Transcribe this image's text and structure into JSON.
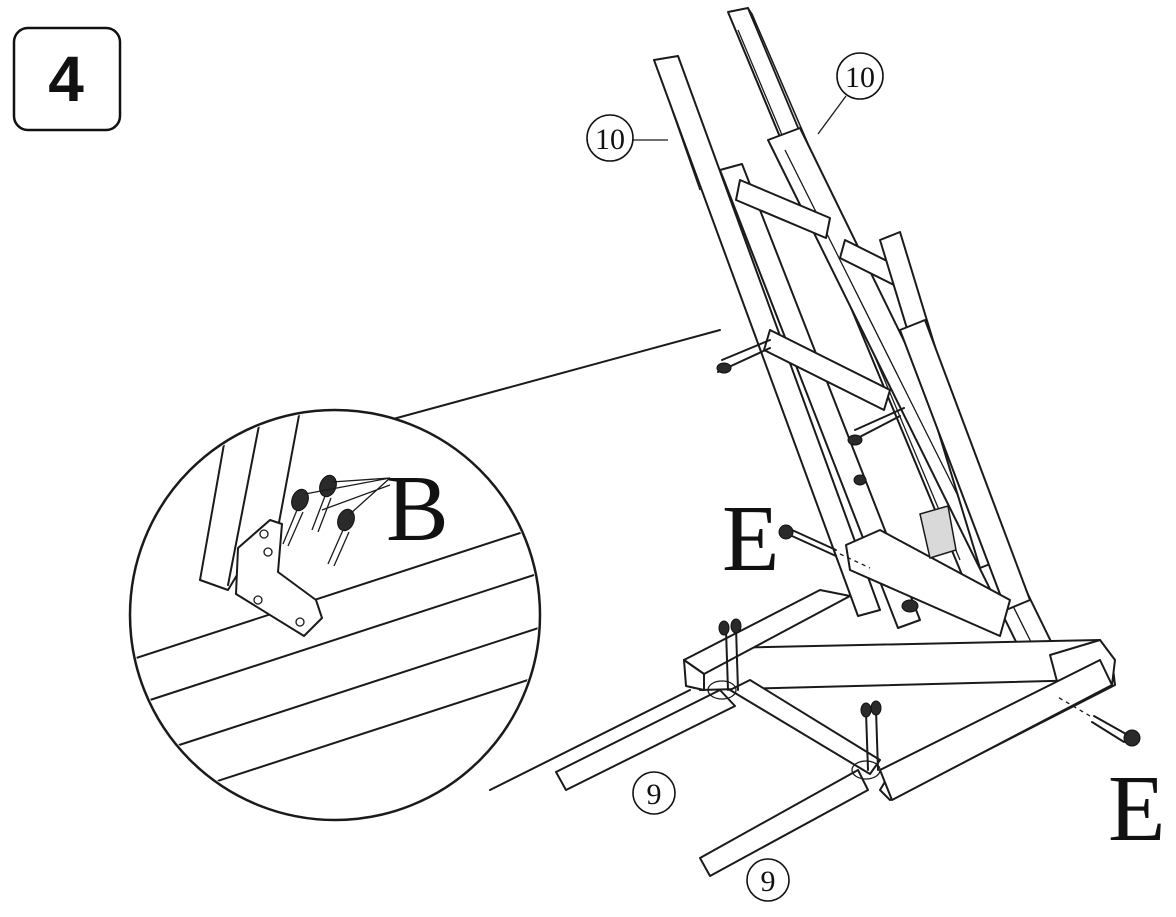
{
  "step": {
    "number": "4"
  },
  "callouts": {
    "part_b": "B",
    "part_e_upper": "E",
    "part_e_lower": "E"
  },
  "part_numbers": {
    "upright_left": "10",
    "upright_right": "10",
    "leg_front": "9",
    "leg_back": "9"
  }
}
